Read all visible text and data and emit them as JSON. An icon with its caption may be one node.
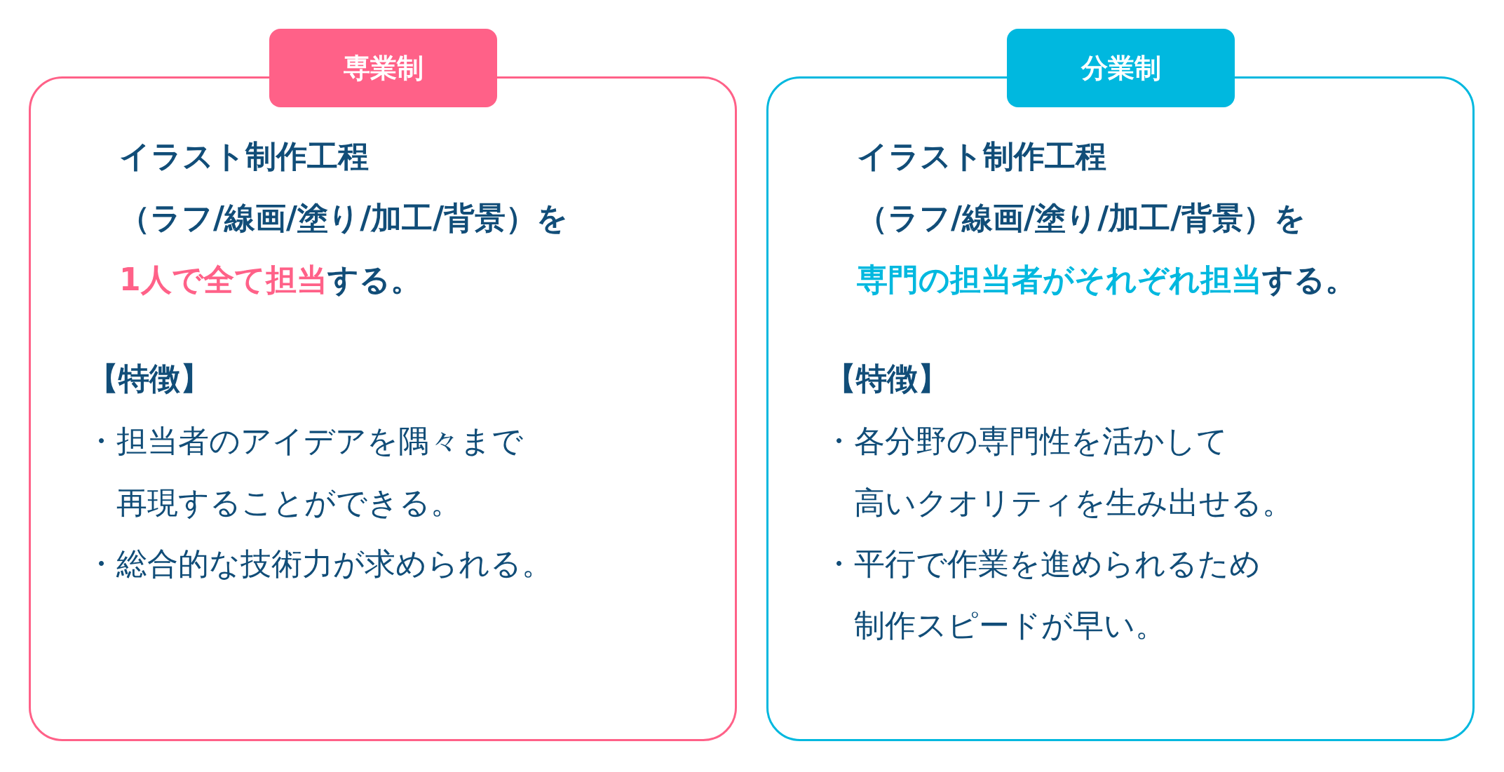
{
  "diagram": {
    "nodes": [
      {
        "text": [
          "専業制"
        ]
      },
      {
        "text": [
          "イラスト制作工程（ラフ/線画/塗り/加工/背景）を**1人で全て担当**する。",
          "【特徴】",
          "・担当者のアイデアを隅々まで再現することができる。",
          "・総合的な技術力が求められる。"
        ]
      },
      {
        "text": [
          "分業制"
        ]
      },
      {
        "text": [
          "イラスト制作工程（ラフ/線画/塗り/加工/背景）を**専門の担当者がそれぞれ担当**する。",
          "【特徴】",
          "・各分野の専門性を活かして高いクオリティを生み出せる。",
          "・平行で作業を進められるため制作スピードが早い。"
        ]
      }
    ]
  }
}
